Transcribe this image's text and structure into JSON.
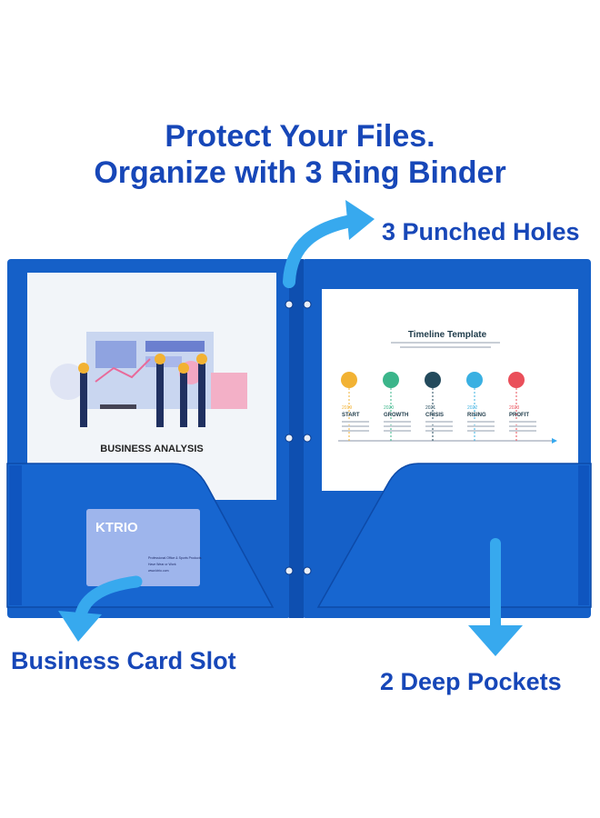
{
  "headline": {
    "line1": "Protect Your Files.",
    "line2": "Organize with 3 Ring Binder"
  },
  "callouts": {
    "holes": "3 Punched Holes",
    "card_slot": "Business Card Slot",
    "pockets": "2 Deep Pockets"
  },
  "left_insert": {
    "caption": "BUSINESS ANALYSIS"
  },
  "right_insert": {
    "title": "Timeline Template",
    "stages": [
      {
        "year": "2019",
        "label": "START",
        "color": "#f2b233"
      },
      {
        "year": "2020",
        "label": "GROWTH",
        "color": "#3bb58a"
      },
      {
        "year": "2021",
        "label": "CRISIS",
        "color": "#234a5c"
      },
      {
        "year": "2022",
        "label": "RISING",
        "color": "#3ab0e2"
      },
      {
        "year": "2023",
        "label": "PROFIT",
        "color": "#ea4f5a"
      }
    ]
  },
  "business_card": {
    "brand": "KTRIO",
    "line1": "Professional Office & Sports Products",
    "line2": "Have Wear or Work",
    "line3": "www.ktrio.com"
  },
  "colors": {
    "folder": "#1560c8",
    "folder_dark": "#0d4aa8",
    "text_blue": "#1747b8",
    "arrow": "#37a9ee"
  }
}
